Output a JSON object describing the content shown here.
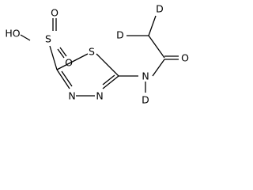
{
  "molecule": {
    "atoms": {
      "hydroxyl": "HO",
      "sulfonyl_sulfur": "S",
      "sulfonyl_oxygen_top": "O",
      "sulfonyl_oxygen_bottom": "O",
      "ring_sulfur": "S",
      "ring_nitrogen_left": "N",
      "ring_nitrogen_right": "N",
      "amide_nitrogen": "N",
      "amide_hydrogen": "D",
      "carbonyl_oxygen": "O",
      "methyl_deuterium_top": "D",
      "methyl_deuterium_left": "D"
    }
  }
}
